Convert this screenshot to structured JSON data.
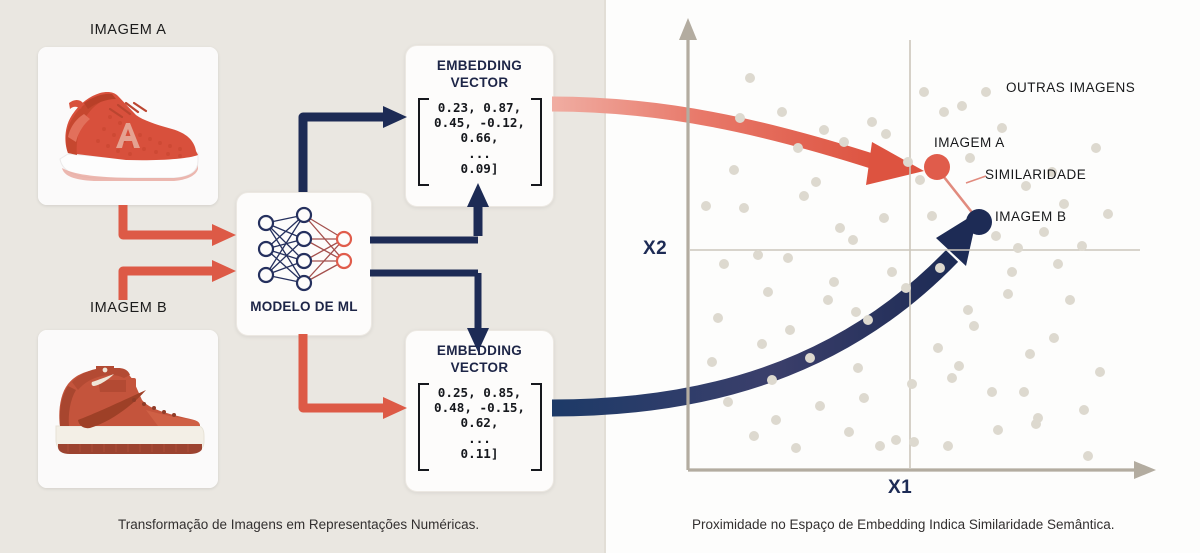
{
  "panels": {
    "left": {
      "caption": "Transformação de Imagens em Representações Numéricas.",
      "background": "#eae7e1"
    },
    "right": {
      "caption": "Proximidade no Espaço de Embedding Indica Similaridade Semântica.",
      "background": "#fdfdfc"
    }
  },
  "inputs": [
    {
      "label": "IMAGEM A",
      "image_alt": "red-knit-running-sneaker"
    },
    {
      "label": "IMAGEM B",
      "image_alt": "rust-mid-top-sneaker"
    }
  ],
  "model": {
    "title": "MODELO DE ML",
    "network": {
      "input_nodes": 3,
      "hidden_nodes": 4,
      "output_nodes": 2
    }
  },
  "embeddings": [
    {
      "title": "EMBEDDING\nVECTOR",
      "title_line1": "EMBEDDING",
      "title_line2": "VECTOR",
      "rows": [
        "0.23, 0.87,",
        "0.45, -0.12,",
        "0.66,",
        "...",
        "0.09]"
      ]
    },
    {
      "title_line1": "EMBEDDING",
      "title_line2": "VECTOR",
      "rows": [
        "0.25, 0.85,",
        "0.48, -0.15,",
        "0.62,",
        "...",
        "0.11]"
      ]
    }
  ],
  "plot": {
    "x_axis_label": "X1",
    "y_axis_label": "X2",
    "annotations": {
      "others": "OUTRAS IMAGENS",
      "point_a": "IMAGEM A",
      "similarity": "SIMILARIDADE",
      "point_b": "IMAGEM B"
    }
  },
  "colors": {
    "coral": "#e05c4b",
    "coral_light": "#e98a7d",
    "navy": "#1d2b55",
    "axis": "#b3aca0",
    "dot": "#ddd9cf",
    "panel_left": "#eae7e1"
  },
  "chart_data": {
    "type": "scatter",
    "title": "",
    "xlabel": "X1",
    "ylabel": "X2",
    "grid": true,
    "legend": "none",
    "highlight_points": [
      {
        "name": "IMAGEM A",
        "x": 0.52,
        "y": 0.78,
        "color": "#e05c4b"
      },
      {
        "name": "IMAGEM B",
        "x": 0.62,
        "y": 0.62,
        "color": "#1d2b55"
      }
    ],
    "series": [
      {
        "name": "OUTRAS IMAGENS",
        "color": "#ddd9cf",
        "x": [
          0.12,
          0.2,
          0.29,
          0.36,
          0.44,
          0.5,
          0.59,
          0.66,
          0.73,
          0.8,
          0.87,
          0.93,
          0.16,
          0.24,
          0.31,
          0.4,
          0.47,
          0.55,
          0.62,
          0.7,
          0.77,
          0.84,
          0.91,
          0.1,
          0.18,
          0.26,
          0.34,
          0.42,
          0.49,
          0.57,
          0.64,
          0.72,
          0.79,
          0.86,
          0.94,
          0.14,
          0.22,
          0.3,
          0.38,
          0.45,
          0.53,
          0.6,
          0.68,
          0.75,
          0.82,
          0.89,
          0.96,
          0.11,
          0.19,
          0.27,
          0.35,
          0.43,
          0.51,
          0.58,
          0.65,
          0.74,
          0.81,
          0.88,
          0.95,
          0.13,
          0.21,
          0.28,
          0.37,
          0.46,
          0.54,
          0.61,
          0.69,
          0.76,
          0.83,
          0.9,
          0.97,
          0.15,
          0.23,
          0.32,
          0.41,
          0.48,
          0.56,
          0.63,
          0.71,
          0.78,
          0.85,
          0.92
        ],
        "y": [
          0.22,
          0.55,
          0.38,
          0.71,
          0.15,
          0.84,
          0.47,
          0.63,
          0.3,
          0.91,
          0.52,
          0.19,
          0.66,
          0.27,
          0.8,
          0.44,
          0.58,
          0.12,
          0.75,
          0.35,
          0.88,
          0.24,
          0.61,
          0.4,
          0.93,
          0.18,
          0.69,
          0.5,
          0.31,
          0.77,
          0.14,
          0.86,
          0.42,
          0.57,
          0.25,
          0.73,
          0.36,
          0.6,
          0.21,
          0.82,
          0.48,
          0.16,
          0.9,
          0.33,
          0.65,
          0.53,
          0.28,
          0.79,
          0.45,
          0.62,
          0.17,
          0.87,
          0.39,
          0.7,
          0.23,
          0.51,
          0.34,
          0.76,
          0.58,
          0.29,
          0.83,
          0.46,
          0.13,
          0.68,
          0.37,
          0.92,
          0.26,
          0.54,
          0.72,
          0.41,
          0.2,
          0.59,
          0.85,
          0.32,
          0.64,
          0.49,
          0.78,
          0.11,
          0.43,
          0.67,
          0.56,
          0.74
        ]
      }
    ]
  }
}
